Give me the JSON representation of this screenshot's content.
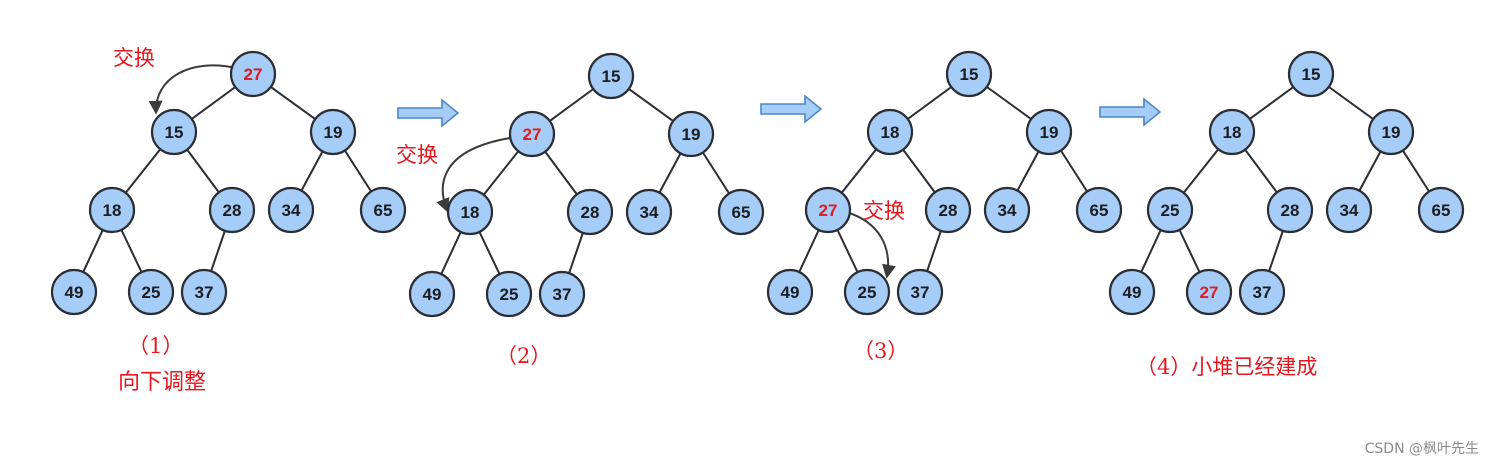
{
  "colors": {
    "node_fill": "#a5cdf7",
    "node_stroke": "#2b2d33",
    "highlight_text": "#e01b22",
    "label_red": "#e6171c",
    "arrow_fill": "#a5cdf7",
    "arrow_stroke": "#4a87c7"
  },
  "swap_label": "交换",
  "panels": [
    {
      "caption": "（1）",
      "caption2": "向下调整",
      "nodes": [
        "27",
        "15",
        "19",
        "18",
        "28",
        "34",
        "65",
        "49",
        "25",
        "37"
      ],
      "highlight": [
        0
      ]
    },
    {
      "caption": "（2）",
      "nodes": [
        "15",
        "27",
        "19",
        "18",
        "28",
        "34",
        "65",
        "49",
        "25",
        "37"
      ],
      "highlight": [
        1
      ]
    },
    {
      "caption": "（3）",
      "nodes": [
        "15",
        "18",
        "19",
        "27",
        "28",
        "34",
        "65",
        "49",
        "25",
        "37"
      ],
      "highlight": [
        3
      ]
    },
    {
      "caption": "（4）小堆已经建成",
      "nodes": [
        "15",
        "18",
        "19",
        "25",
        "28",
        "34",
        "65",
        "49",
        "27",
        "37"
      ],
      "highlight": [
        8
      ]
    }
  ],
  "watermark": "CSDN @枫叶先生"
}
